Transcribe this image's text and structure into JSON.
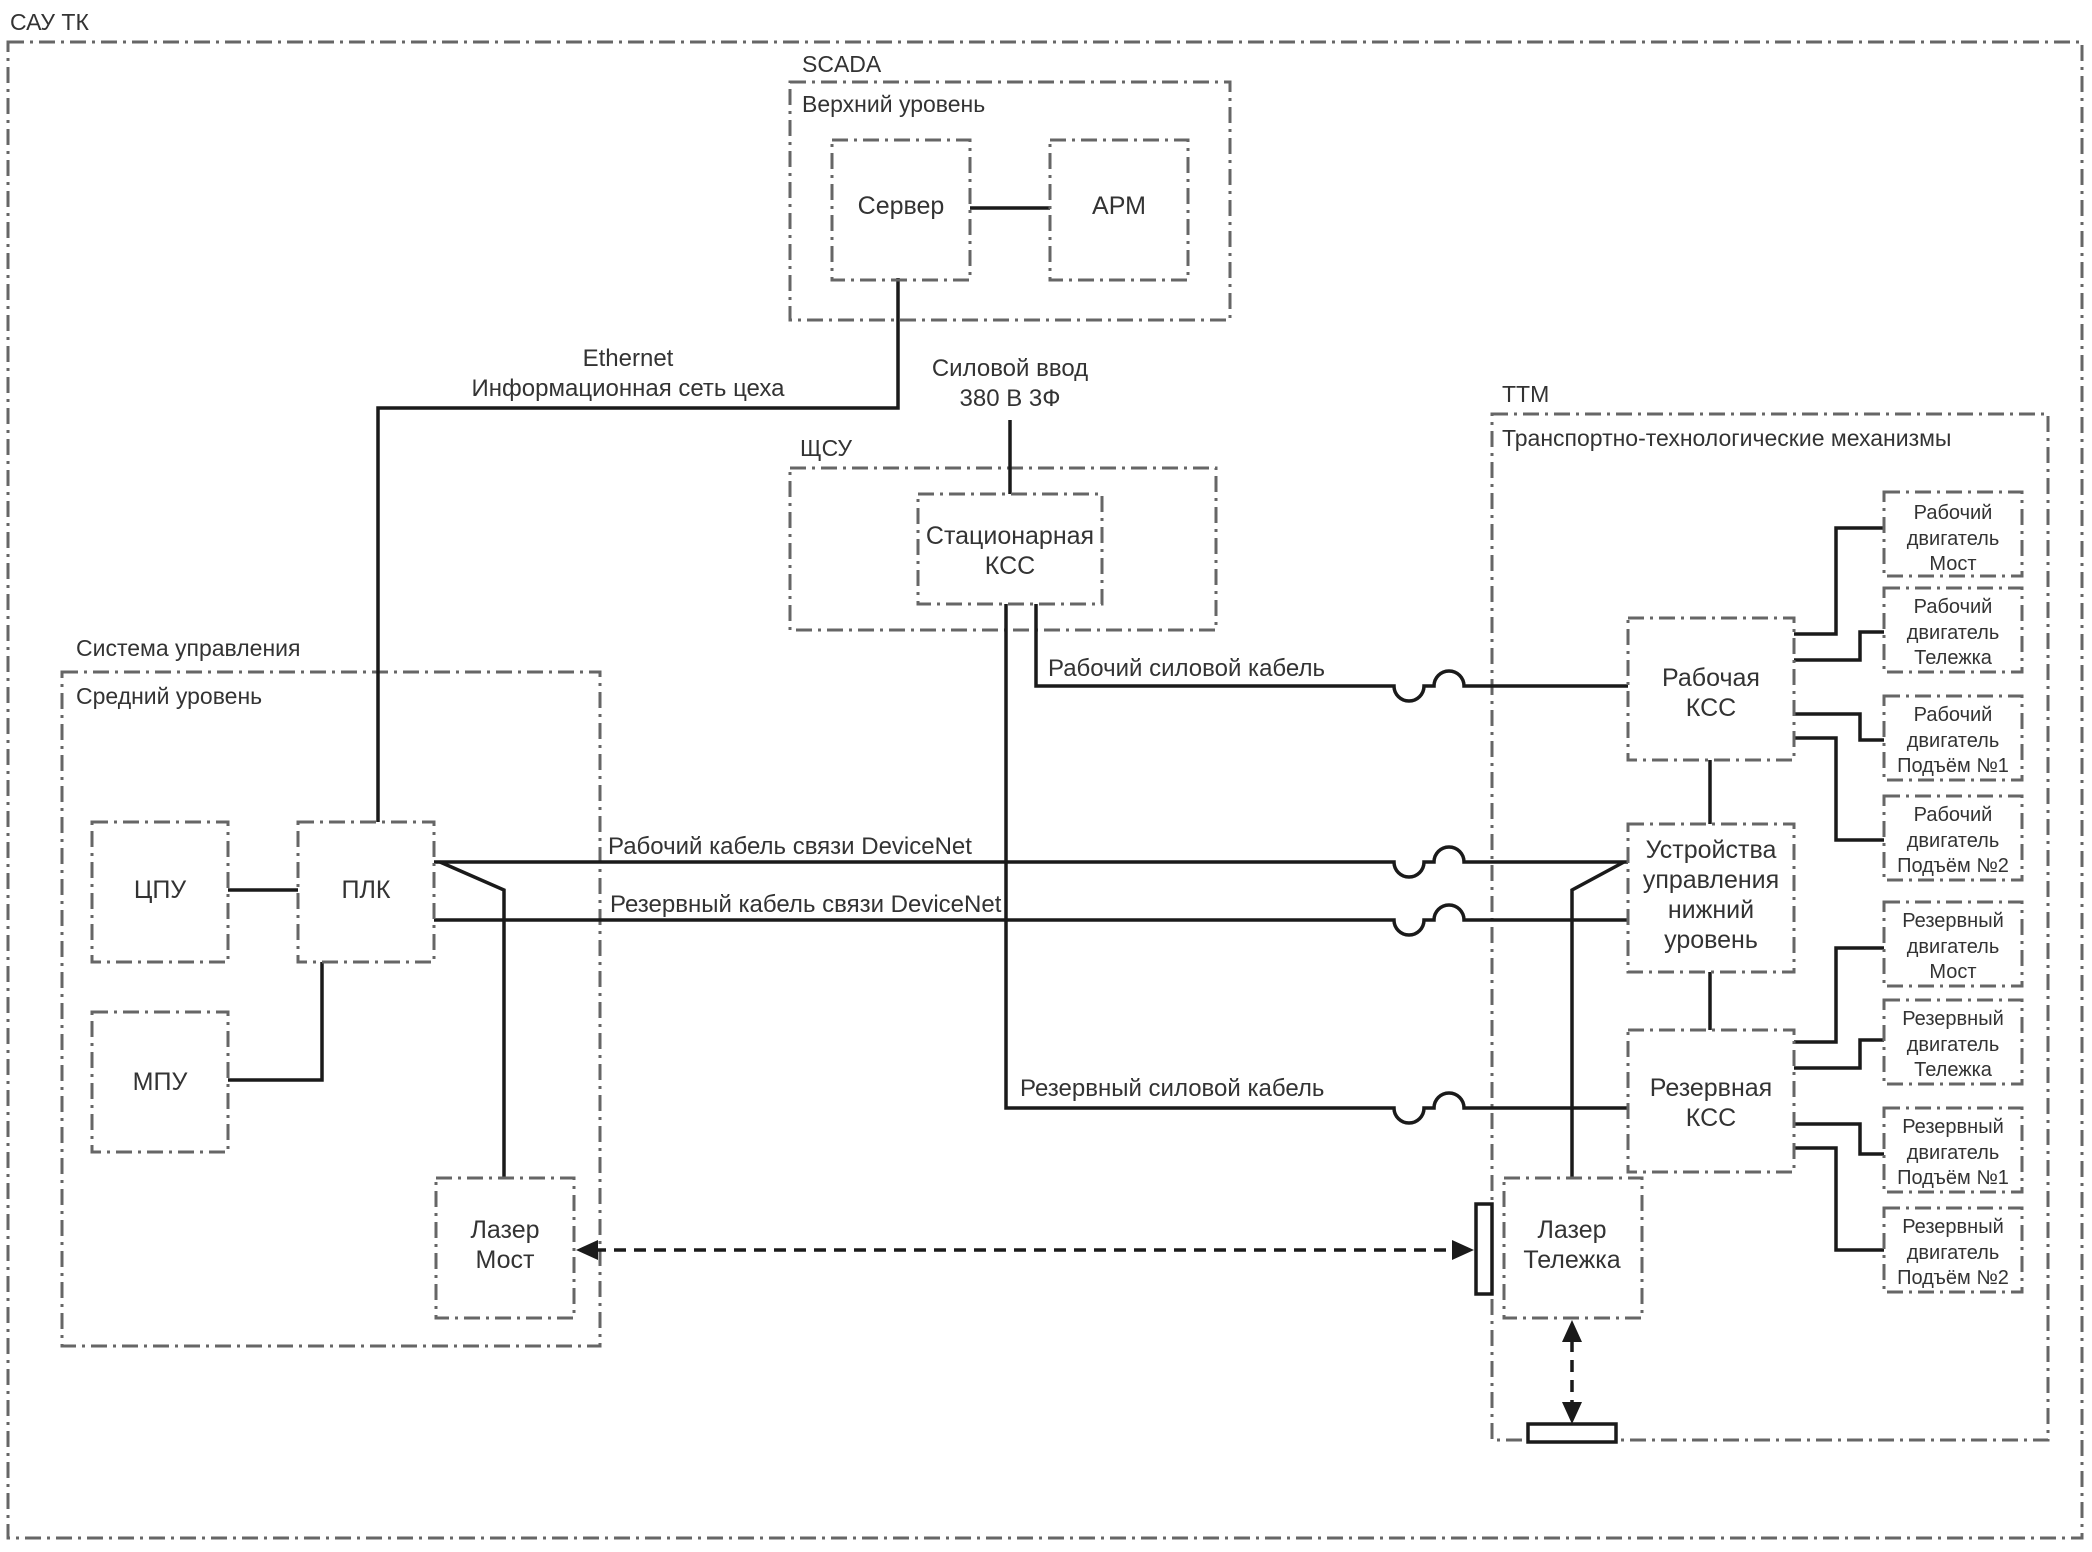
{
  "containers": {
    "sau_tk": "САУ ТК",
    "scada": "SCADA",
    "upper_level": "Верхний уровень",
    "shsu": "ЩСУ",
    "control_system": "Система управления",
    "middle_level": "Средний уровень",
    "ttm": "ТТМ",
    "ttm_full": "Транспортно-технологические механизмы"
  },
  "nodes": {
    "server": "Сервер",
    "arm": "АРМ",
    "stationary_kss": [
      "Стационарная",
      "КСС"
    ],
    "cpu": "ЦПУ",
    "plc": "ПЛК",
    "mpu": "МПУ",
    "laser_bridge": [
      "Лазер",
      "Мост"
    ],
    "laser_trolley": [
      "Лазер",
      "Тележка"
    ],
    "working_kss": [
      "Рабочая",
      "КСС"
    ],
    "lower_level_devices": [
      "Устройства",
      "управления",
      "нижний",
      "уровень"
    ],
    "reserve_kss": [
      "Резервная",
      "КСС"
    ],
    "working_motor_bridge": [
      "Рабочий",
      "двигатель",
      "Мост"
    ],
    "working_motor_trolley": [
      "Рабочий",
      "двигатель",
      "Тележка"
    ],
    "working_motor_hoist1": [
      "Рабочий",
      "двигатель",
      "Подъём №1"
    ],
    "working_motor_hoist2": [
      "Рабочий",
      "двигатель",
      "Подъём №2"
    ],
    "reserve_motor_bridge": [
      "Резервный",
      "двигатель",
      "Мост"
    ],
    "reserve_motor_trolley": [
      "Резервный",
      "двигатель",
      "Тележка"
    ],
    "reserve_motor_hoist1": [
      "Резервный",
      "двигатель",
      "Подъём №1"
    ],
    "reserve_motor_hoist2": [
      "Резервный",
      "двигатель",
      "Подъём №2"
    ]
  },
  "labels": {
    "ethernet": [
      "Ethernet",
      "Информационная сеть цеха"
    ],
    "power_input": [
      "Силовой ввод",
      "380 В 3Ф"
    ],
    "working_power_cable": "Рабочий силовой кабель",
    "working_devicenet": "Рабочий кабель связи DeviceNet",
    "reserve_devicenet": "Резервный кабель связи DeviceNet",
    "reserve_power_cable": "Резервный силовой кабель"
  }
}
